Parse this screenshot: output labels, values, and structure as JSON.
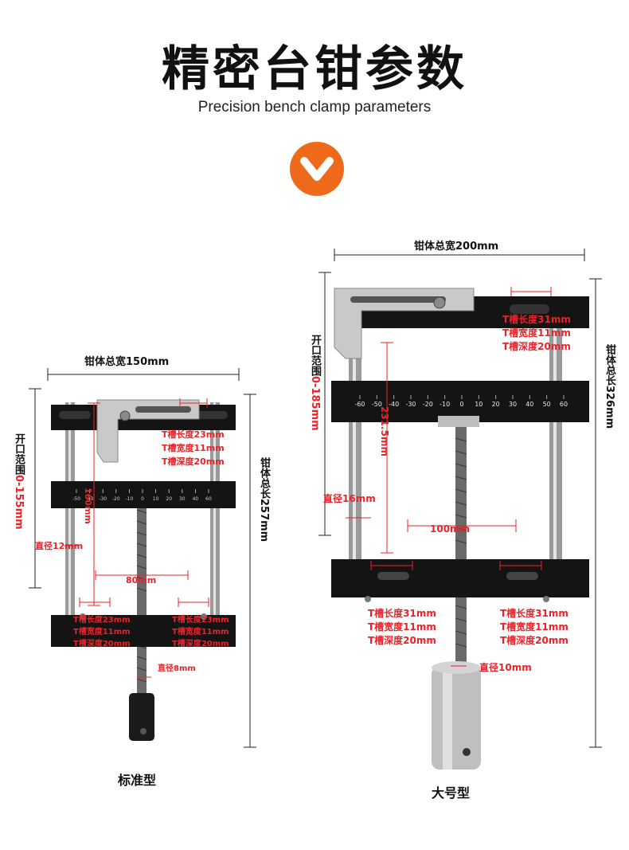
{
  "header": {
    "title": "精密台钳参数",
    "subtitle": "Precision bench clamp parameters"
  },
  "colors": {
    "accent": "#ee6a1a",
    "annotation": "#e8232a",
    "jaw": "#111111"
  },
  "icons": {
    "badge": "chevron-down-icon"
  },
  "standard": {
    "caption": "标准型",
    "total_width": "钳体总宽150mm",
    "total_length": "钳体总长257mm",
    "opening_label": "开口范围",
    "opening_value": "0-155mm",
    "rod_diameter": "直径12mm",
    "screw_diameter": "直径8mm",
    "inner_depth": "160mm",
    "rod_spacing": "80mm",
    "slot_top": [
      "T槽长度23mm",
      "T槽宽度11mm",
      "T槽深度20mm"
    ],
    "slot_bottom_left": [
      "T槽长度23mm",
      "T槽宽度11mm",
      "T槽深度20mm"
    ],
    "slot_bottom_right": [
      "T槽长度23mm",
      "T槽宽度11mm",
      "T槽深度20mm"
    ],
    "scale": [
      "-50",
      "-40",
      "-30",
      "-20",
      "-10",
      "0",
      "10",
      "20",
      "30",
      "40",
      "60"
    ]
  },
  "large": {
    "caption": "大号型",
    "total_width": "钳体总宽200mm",
    "total_length": "钳体总长326mm",
    "opening_label": "开口范围",
    "opening_value": "0-185mm",
    "rod_diameter": "直径16mm",
    "screw_diameter": "直径10mm",
    "inner_depth": "231.5mm",
    "rod_spacing": "100mm",
    "slot_top": [
      "T槽长度31mm",
      "T槽宽度11mm",
      "T槽深度20mm"
    ],
    "slot_bottom_left": [
      "T槽长度31mm",
      "T槽宽度11mm",
      "T槽深度20mm"
    ],
    "slot_bottom_right": [
      "T槽长度31mm",
      "T槽宽度11mm",
      "T槽深度20mm"
    ],
    "scale": [
      "-60",
      "-50",
      "-40",
      "-30",
      "-20",
      "-10",
      "0",
      "10",
      "20",
      "30",
      "40",
      "50",
      "60"
    ]
  }
}
